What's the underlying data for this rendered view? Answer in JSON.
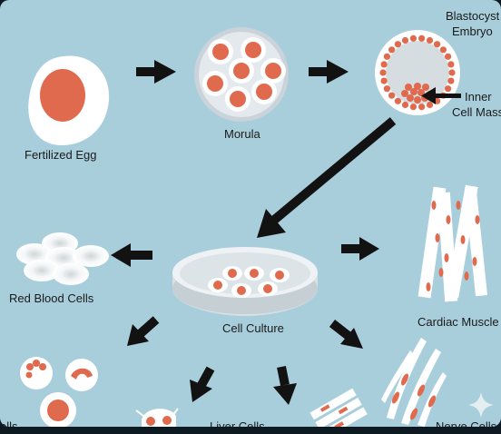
{
  "colors": {
    "background": "#a9cedb",
    "nucleus": "#e06a4e",
    "cell_white": "#ffffff",
    "arrow": "#121212"
  },
  "labels": {
    "fertilized_egg": "Fertilized Egg",
    "morula": "Morula",
    "blastocyst_line1": "Blastocyst",
    "blastocyst_line2": "Embryo",
    "inner_line1": "Inner",
    "inner_line2": "Cell Mass",
    "cell_culture": "Cell Culture",
    "red_blood_cells": "Red Blood Cells",
    "cardiac_muscle": "Cardiac Muscle",
    "liver_cells": "Liver Cells",
    "nerve_cells": "Nerve Cells",
    "partial_left": "ells"
  },
  "icons": [
    "sparkle-icon"
  ]
}
